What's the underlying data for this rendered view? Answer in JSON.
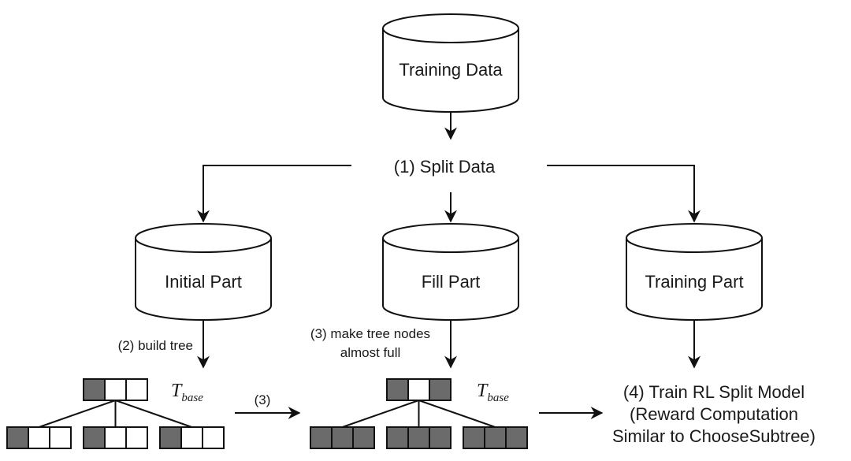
{
  "databases": {
    "training_data": "Training Data",
    "initial_part": "Initial Part",
    "fill_part": "Fill Part",
    "training_part": "Training Part"
  },
  "steps": {
    "split": "(1) Split Data",
    "build_tree": "(2) build tree",
    "fill_line1": "(3) make tree nodes",
    "fill_line2": "almost full",
    "transfer": "(3)",
    "train_line1": "(4) Train RL Split Model",
    "train_line2": "(Reward Computation",
    "train_line3": "Similar to ChooseSubtree)"
  },
  "tree_label": {
    "symbol": "T",
    "subscript": "base"
  },
  "trees": {
    "initial": {
      "root": [
        true,
        false,
        false
      ],
      "children": [
        [
          true,
          false,
          false
        ],
        [
          true,
          false,
          false
        ],
        [
          true,
          false,
          false
        ]
      ]
    },
    "filled": {
      "root": [
        true,
        false,
        true
      ],
      "children": [
        [
          true,
          true,
          true
        ],
        [
          true,
          true,
          true
        ],
        [
          true,
          true,
          true
        ]
      ]
    }
  },
  "colors": {
    "filled_cell": "#6b6b6b",
    "empty_cell": "#ffffff",
    "stroke": "#111111"
  }
}
